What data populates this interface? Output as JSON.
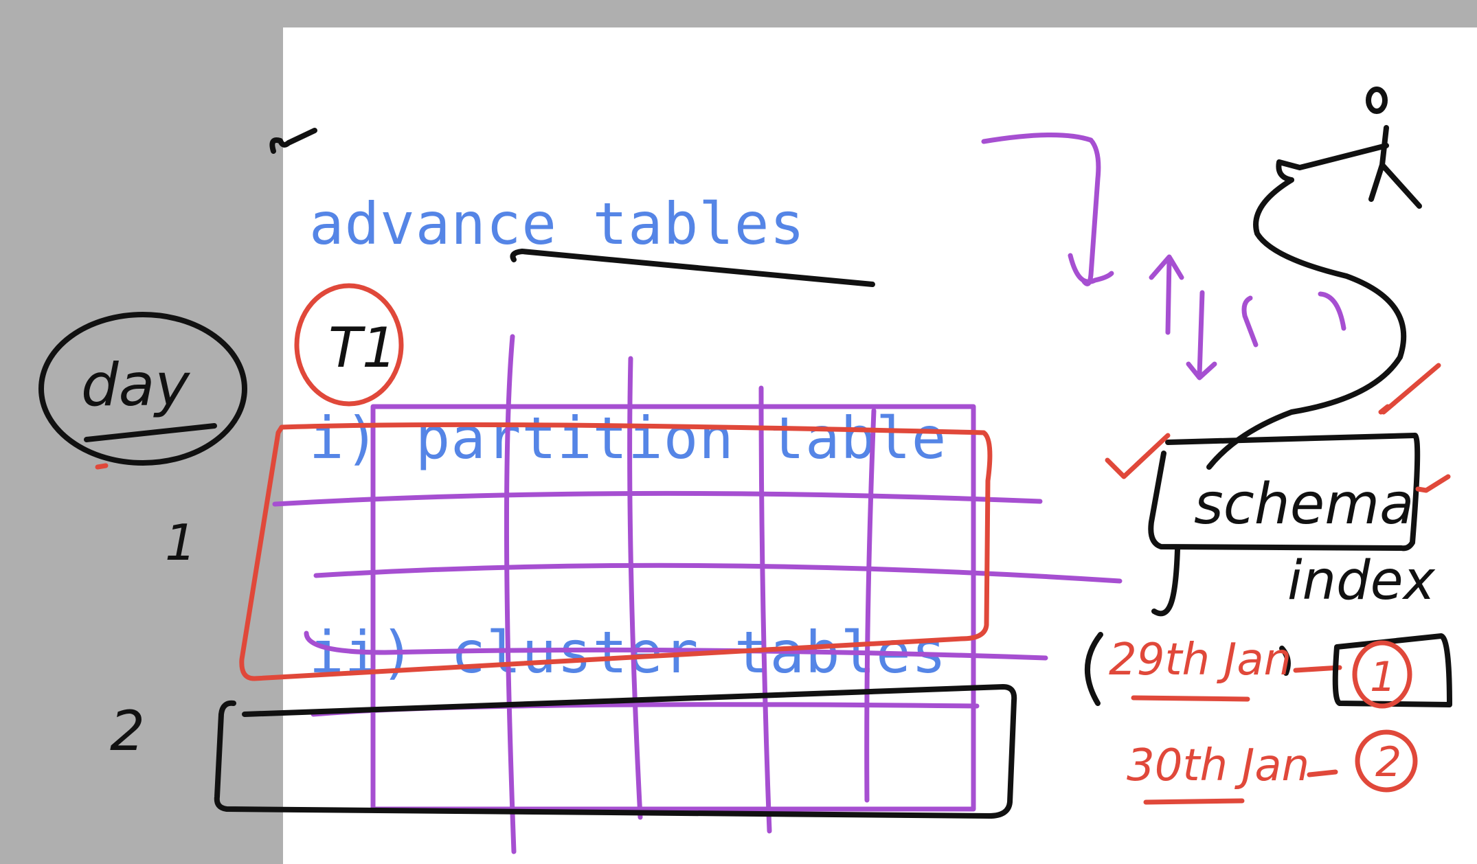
{
  "typed_notes": {
    "title": "advance tables",
    "item_1": "i) partition table",
    "item_2": "ii) cluster tables"
  },
  "handwriting": {
    "partition_column": "day",
    "row_1": "1",
    "row_2": "2",
    "table_label": "T1",
    "schema_box": "schema",
    "index_label": "index",
    "index_entry_1_date": "29th Jan",
    "index_entry_1_ref": "1",
    "index_entry_2_date": "30th Jan",
    "index_entry_2_ref": "2"
  },
  "colors": {
    "background": "#afafaf",
    "paper": "#ffffff",
    "typed_text": "#5585e6",
    "ink_black": "#111111",
    "ink_purple": "#a64fd1",
    "ink_red": "#e0483a"
  }
}
